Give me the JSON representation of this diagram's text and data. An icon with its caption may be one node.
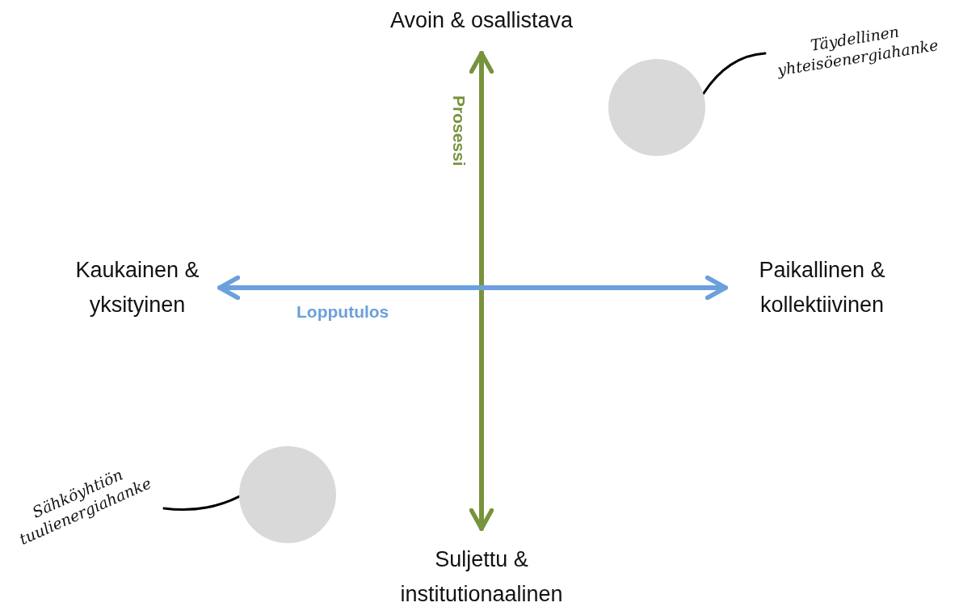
{
  "diagram": {
    "nodes": [
      {
        "text": [
          "Avoin & osallistava"
        ]
      },
      {
        "text": [
          "Täydellinen yhteisöenergiahanke"
        ]
      },
      {
        "text": [],
        "shape": "circle"
      },
      {
        "text": [
          "Kaukainen & yksityinen"
        ]
      },
      {
        "text": [
          "Paikallinen & kollektiivinen"
        ]
      },
      {
        "text": [],
        "shape": "circle"
      },
      {
        "text": [
          "Sähköyhtiön tuulienergiahanke"
        ]
      },
      {
        "text": [
          "Suljettu & institutionaalinen"
        ]
      }
    ],
    "edges": [
      {
        "from": 7,
        "to": 0,
        "arrow": "both",
        "label": "Prosessi",
        "style": "thick",
        "color": "#77933c"
      },
      {
        "from": 3,
        "to": 4,
        "arrow": "both",
        "label": "Lopputulos",
        "style": "thick",
        "color": "#6ca0dc"
      },
      {
        "from": 1,
        "to": 2,
        "arrow": "none"
      },
      {
        "from": 6,
        "to": 5,
        "arrow": "none"
      }
    ]
  }
}
